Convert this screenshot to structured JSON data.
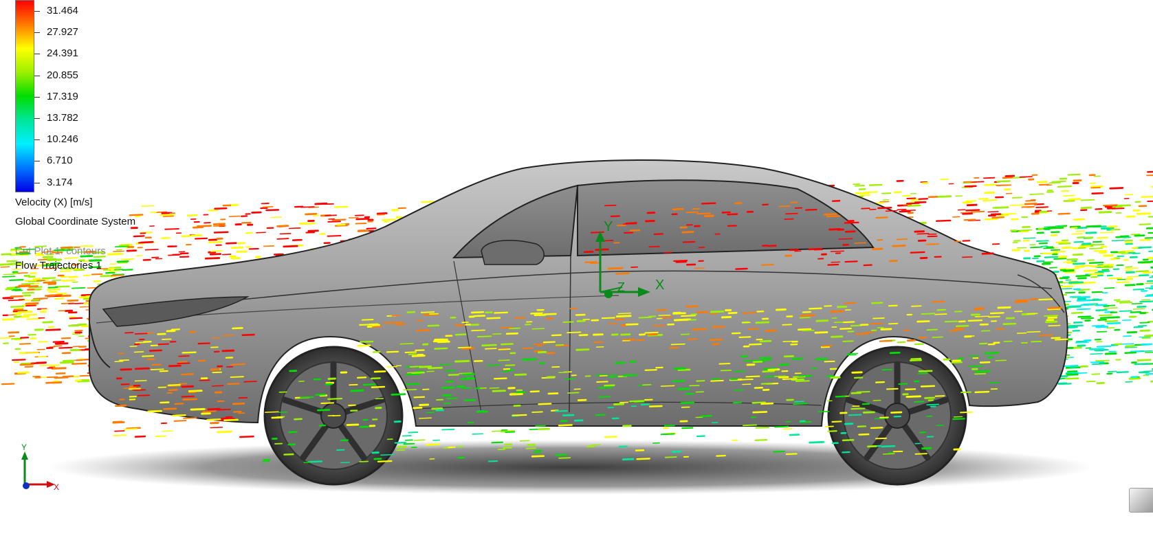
{
  "legend": {
    "values": [
      "31.464",
      "27.927",
      "24.391",
      "20.855",
      "17.319",
      "13.782",
      "10.246",
      "6.710",
      "3.174"
    ],
    "colors": [
      "#ff0000",
      "#ff7a00",
      "#ffff00",
      "#9cf000",
      "#00dd00",
      "#00e69a",
      "#00f0ff",
      "#0077ff",
      "#0000e6"
    ],
    "variable_label": "Velocity (X) [m/s]"
  },
  "coordinate_system_label": "Global Coordinate System",
  "plots": {
    "cut_plot_label": "Cut Plot 1: contours",
    "flow_trajectories_label": "Flow Trajectories 1"
  },
  "axes": {
    "x": "X",
    "y": "Y",
    "z": "Z"
  },
  "colors": {
    "body": "#9c9c9c",
    "body_dark": "#555555",
    "axis_green": "#0a8a1a",
    "triad_red": "#d01010",
    "triad_blue": "#1030c0"
  },
  "icons": {
    "corner_button": "view-cube-icon",
    "triad": "coordinate-triad-icon"
  }
}
